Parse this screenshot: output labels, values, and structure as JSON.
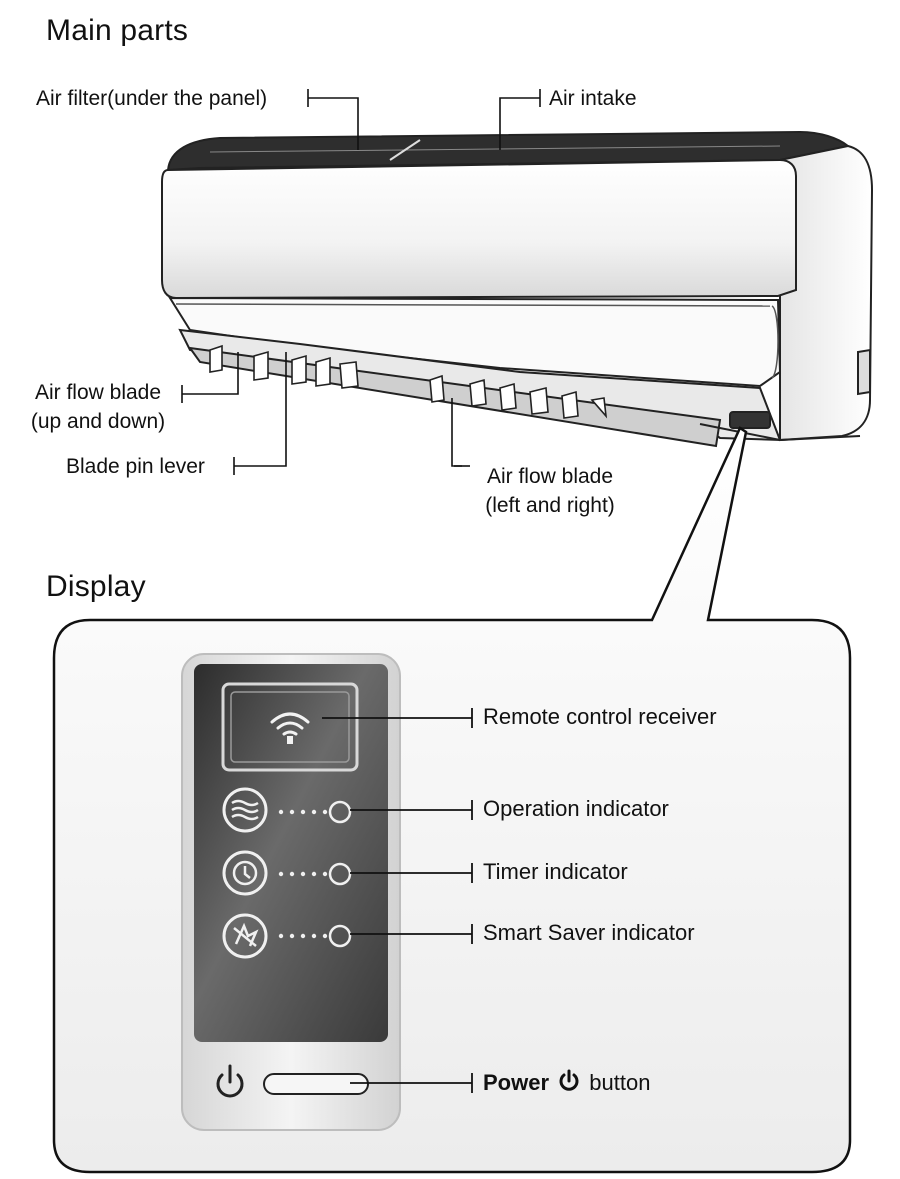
{
  "headings": {
    "main_parts": "Main parts",
    "display": "Display"
  },
  "main_parts": {
    "air_filter": "Air filter(under the panel)",
    "air_intake": "Air intake",
    "blade_updown_1": "Air flow blade",
    "blade_updown_2": "(up and down)",
    "blade_pin_lever": "Blade pin lever",
    "blade_leftright_1": "Air flow blade",
    "blade_leftright_2": "(left and right)"
  },
  "display": {
    "remote_receiver": "Remote control receiver",
    "operation_indicator": "Operation indicator",
    "timer_indicator": "Timer indicator",
    "smart_saver_indicator": "Smart Saver indicator",
    "power_bold": "Power",
    "power_rest": "button"
  },
  "icons": [
    "wifi-signal-icon",
    "airflow-waves-icon",
    "timer-clock-icon",
    "smart-saver-icon",
    "power-icon"
  ],
  "colors": {
    "ink": "#111111",
    "panel_dark": "#3a3a3a",
    "panel_light": "#e8e8e8"
  }
}
